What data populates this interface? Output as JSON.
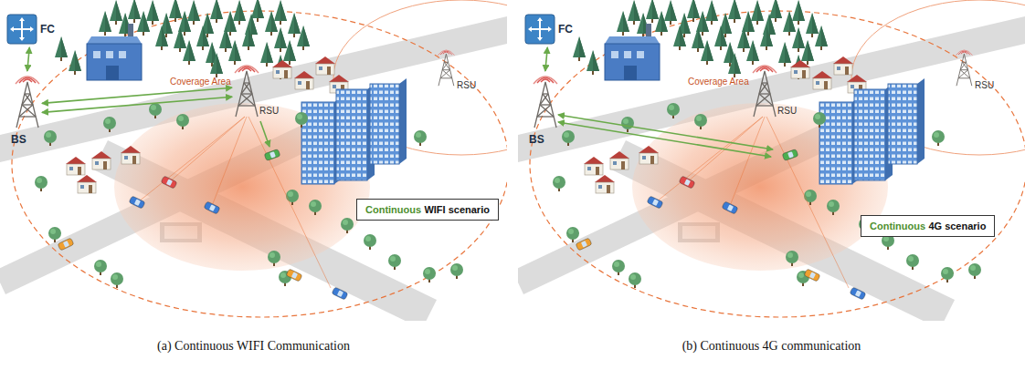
{
  "diagram": {
    "nodes": [
      {
        "text": [
          "FC"
        ]
      },
      {
        "text": [
          "BS"
        ]
      },
      {
        "text": [
          "RSU"
        ]
      },
      {
        "text": [
          "RSU"
        ]
      },
      {
        "text": [
          "Continuous",
          "WIFI scenario"
        ]
      },
      {
        "text": [
          "FC"
        ]
      },
      {
        "text": [
          "BS"
        ]
      },
      {
        "text": [
          "RSU"
        ]
      },
      {
        "text": [
          "RSU"
        ]
      },
      {
        "text": [
          "Continuous",
          "4G scenario"
        ]
      }
    ],
    "edges": [
      {
        "from": 0,
        "to": 1,
        "arrow": "both"
      },
      {
        "from": 1,
        "to": 2,
        "arrow": "both"
      },
      {
        "from": 1,
        "to": 2,
        "arrow": "both"
      },
      {
        "from": 5,
        "to": 6,
        "arrow": "both"
      }
    ],
    "labels": [
      "Coverage Area",
      "Coverage Area",
      "(a) Continuous WIFI Communication",
      "(b) Continuous 4G communication"
    ]
  }
}
